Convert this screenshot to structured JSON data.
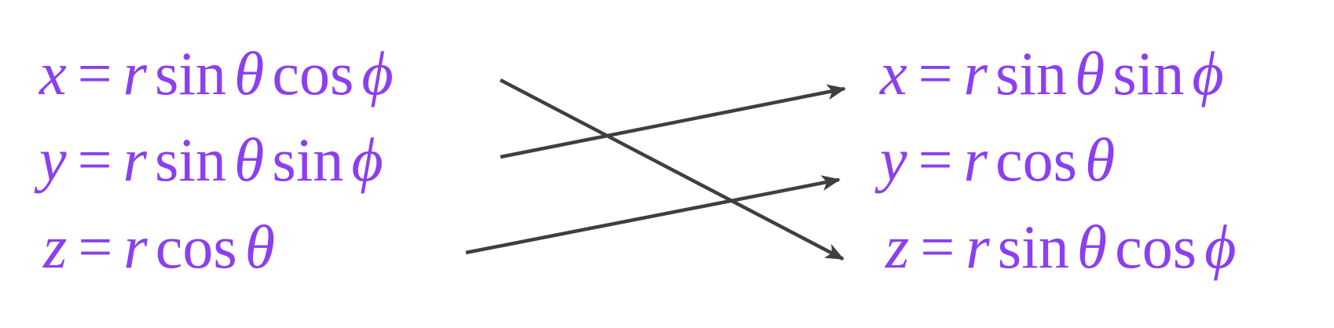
{
  "colors": {
    "equation": "#8B3FF0",
    "arrow": "#3F3F3F"
  },
  "left_equations": [
    {
      "lhs": "x",
      "eq": "=",
      "r": "r",
      "f1": "sin",
      "a1": "θ",
      "f2": "cos",
      "a2": "ϕ"
    },
    {
      "lhs": "y",
      "eq": "=",
      "r": "r",
      "f1": "sin",
      "a1": "θ",
      "f2": "sin",
      "a2": "ϕ"
    },
    {
      "lhs": "z",
      "eq": "=",
      "r": "r",
      "f1": "cos",
      "a1": "θ"
    }
  ],
  "right_equations": [
    {
      "lhs": "x",
      "eq": "=",
      "r": "r",
      "f1": "sin",
      "a1": "θ",
      "f2": "sin",
      "a2": "ϕ"
    },
    {
      "lhs": "y",
      "eq": "=",
      "r": "r",
      "f1": "cos",
      "a1": "θ"
    },
    {
      "lhs": "z",
      "eq": "=",
      "r": "r",
      "f1": "sin",
      "a1": "θ",
      "f2": "cos",
      "a2": "ϕ"
    }
  ],
  "mappings": [
    {
      "from": "left_equations.0",
      "to": "right_equations.2"
    },
    {
      "from": "left_equations.1",
      "to": "right_equations.0"
    },
    {
      "from": "left_equations.2",
      "to": "right_equations.1"
    }
  ]
}
